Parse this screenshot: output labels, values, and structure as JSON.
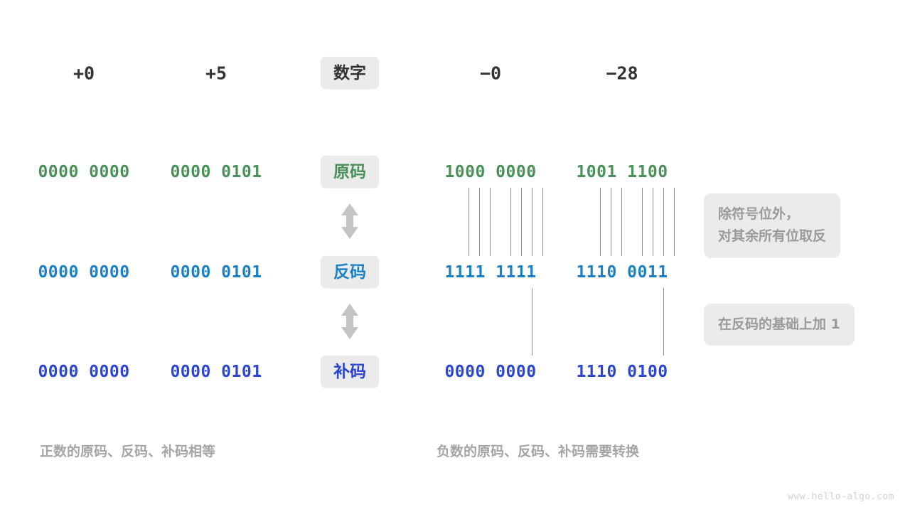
{
  "diagram": {
    "title_row": {
      "label_badge": "数字",
      "columns": [
        "+0",
        "+5",
        "−0",
        "−28"
      ]
    },
    "rows": [
      {
        "key": "sign-magnitude",
        "badge": "原码",
        "color": "#4a9058",
        "values": [
          "0000 0000",
          "0000 0101",
          "1000 0000",
          "1001 1100"
        ]
      },
      {
        "key": "ones-complement",
        "badge": "反码",
        "color": "#1b80c4",
        "values": [
          "0000 0000",
          "0000 0101",
          "1111 1111",
          "1110 0011"
        ]
      },
      {
        "key": "twos-complement",
        "badge": "补码",
        "color": "#2b45cf",
        "values": [
          "0000 0000",
          "0000 0101",
          "0000 0000",
          "1110 0100"
        ]
      }
    ],
    "callouts": [
      {
        "key": "invert-bits",
        "text": "除符号位外，\n对其余所有位取反"
      },
      {
        "key": "add-one",
        "text": "在反码的基础上加  1"
      }
    ],
    "captions": {
      "positive": "正数的原码、反码、补码相等",
      "negative": "负数的原码、反码、补码需要转换"
    },
    "watermark": "www.hello-algo.com",
    "icons": {
      "arrow_top": "double-arrow-vertical-icon",
      "arrow_bottom": "double-arrow-vertical-icon"
    },
    "palette": {
      "background": "#ffffff",
      "badge_bg": "#ebebeb",
      "muted_text": "#a5a5a5",
      "connector": "#8c8c8c",
      "arrow": "#c4c4c4"
    }
  }
}
